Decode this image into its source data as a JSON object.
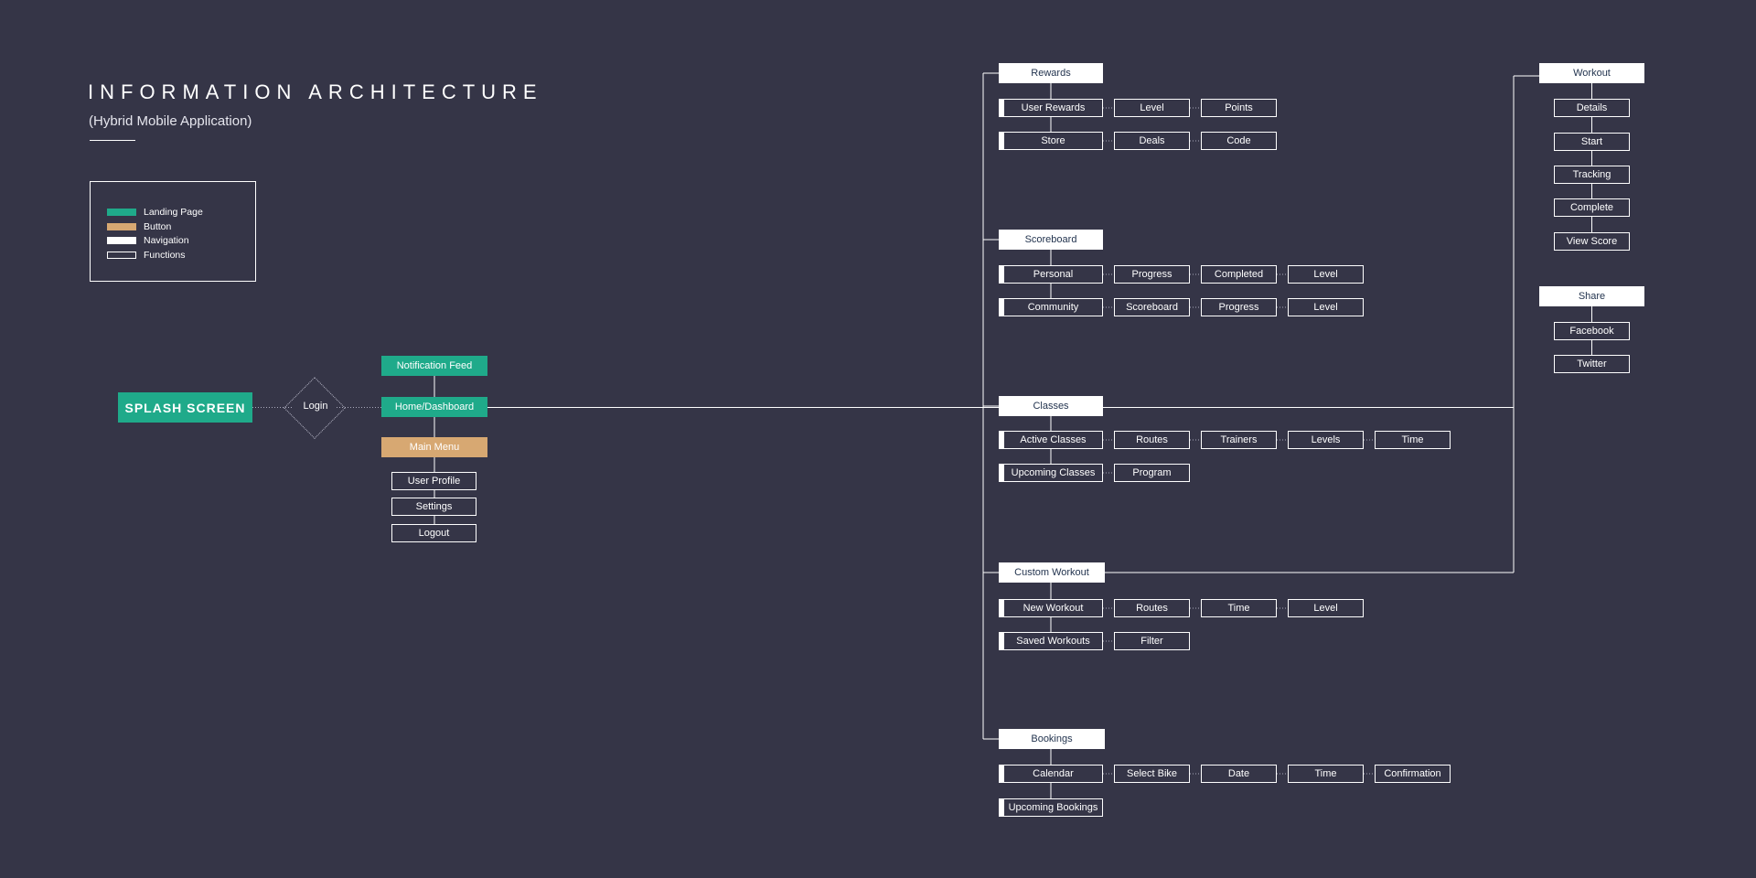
{
  "header": {
    "title": "INFORMATION ARCHITECTURE",
    "subtitle": "(Hybrid Mobile Application)"
  },
  "legend": [
    {
      "label": "Landing Page",
      "color": "#1faa8a",
      "style": "filled"
    },
    {
      "label": "Button",
      "color": "#d7a872",
      "style": "filled"
    },
    {
      "label": "Navigation",
      "color": "#ffffff",
      "style": "filled"
    },
    {
      "label": "Functions",
      "color": "#ffffff",
      "style": "outline"
    }
  ],
  "flow": {
    "splash": "SPLASH SCREEN",
    "login": "Login",
    "notification_feed": "Notification Feed",
    "home": "Home/Dashboard",
    "main_menu": "Main Menu",
    "menu_items": [
      "User Profile",
      "Settings",
      "Logout"
    ]
  },
  "sections": {
    "rewards": {
      "title": "Rewards",
      "rows": [
        [
          "User Rewards",
          "Level",
          "Points"
        ],
        [
          "Store",
          "Deals",
          "Code"
        ]
      ]
    },
    "scoreboard": {
      "title": "Scoreboard",
      "rows": [
        [
          "Personal",
          "Progress",
          "Completed",
          "Level"
        ],
        [
          "Community",
          "Scoreboard",
          "Progress",
          "Level"
        ]
      ]
    },
    "classes": {
      "title": "Classes",
      "rows": [
        [
          "Active Classes",
          "Routes",
          "Trainers",
          "Levels",
          "Time"
        ],
        [
          "Upcoming Classes",
          "Program"
        ]
      ]
    },
    "custom_workout": {
      "title": "Custom Workout",
      "rows": [
        [
          "New Workout",
          "Routes",
          "Time",
          "Level"
        ],
        [
          "Saved Workouts",
          "Filter"
        ]
      ]
    },
    "bookings": {
      "title": "Bookings",
      "rows": [
        [
          "Calendar",
          "Select Bike",
          "Date",
          "Time",
          "Confirmation"
        ],
        [
          "Upcoming Bookings"
        ]
      ]
    }
  },
  "workout": {
    "title": "Workout",
    "items": [
      "Details",
      "Start",
      "Tracking",
      "Complete",
      "View Score"
    ]
  },
  "share": {
    "title": "Share",
    "items": [
      "Facebook",
      "Twitter"
    ]
  },
  "colors": {
    "background": "#353547",
    "landing": "#1faa8a",
    "button": "#d7a872",
    "navigation": "#ffffff",
    "nav_text": "#23344f"
  }
}
